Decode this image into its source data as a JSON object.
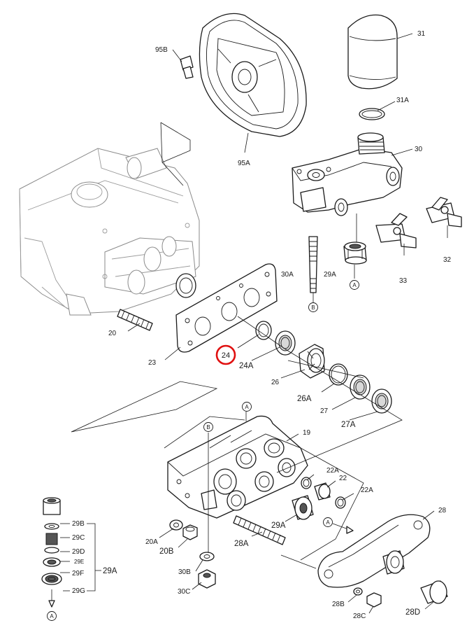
{
  "highlighted_part": "24",
  "labels": {
    "l95B": "95B",
    "l95A": "95A",
    "l31": "31",
    "l31A": "31A",
    "l30": "30",
    "l30A": "30A",
    "l29A_top": "29A",
    "l32": "32",
    "l33": "33",
    "l20": "20",
    "l23": "23",
    "l24": "24",
    "l24A": "24A",
    "l26": "26",
    "l26A": "26A",
    "l27": "27",
    "l27A": "27A",
    "l19": "19",
    "l22A_top": "22A",
    "l22": "22",
    "l22A_right": "22A",
    "l28": "28",
    "l29A_mid": "29A",
    "l28A": "28A",
    "l20A": "20A",
    "l20B": "20B",
    "l30B": "30B",
    "l30C": "30C",
    "l28B": "28B",
    "l28C": "28C",
    "l28D": "28D",
    "l29B": "29B",
    "l29C": "29C",
    "l29D": "29D",
    "l29E": "29E",
    "l29F": "29F",
    "l29G": "29G",
    "l29A_left": "29A"
  },
  "refs": {
    "A": "A",
    "B": "B"
  },
  "colors": {
    "line": "#1a1a1a",
    "ghost": "#8a8a8a",
    "highlight": "#e01010",
    "background": "#ffffff"
  }
}
